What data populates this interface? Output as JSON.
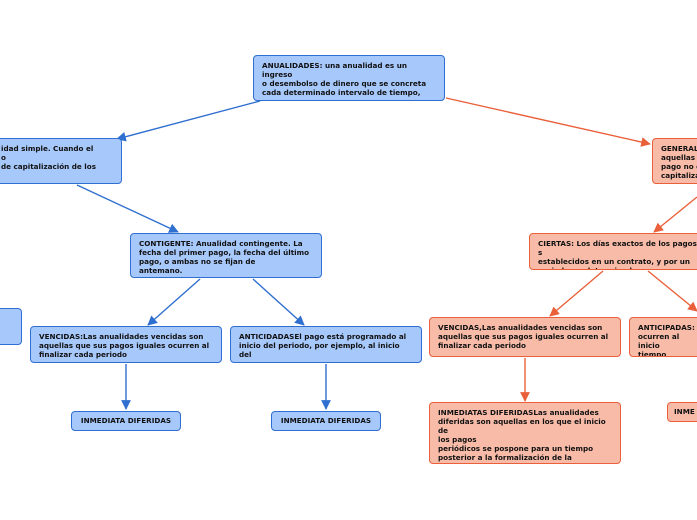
{
  "colors": {
    "blue_fill": "#a7c8fb",
    "blue_line": "#2f6fd0",
    "orange_fill": "#f7bba8",
    "orange_line": "#e9603a"
  },
  "nodes": {
    "root": "ANUALIDADES: una anualidad es un ingreso\no desembolso de dinero que se concreta\ncada determinado intervalo de tiempo, que\nno siempre es un año.",
    "simple": "idad simple. Cuando el\no\nde capitalización de los",
    "contingente": "CONTIGENTE: Anualidad contingente. La\nfecha del primer pago, la fecha del último\npago, o ambas no se fijan de\nantemano.",
    "vencidas_left": "VENCIDAS:Las anualidades vencidas son\naquellas que sus pagos iguales ocurren al\nfinalizar cada periodo",
    "anticipadas_left": "ANTICIDADASEl pago está programado al\ninicio del periodo, por ejemplo, al inicio del\nmes.",
    "inmediata_left_1": "INMEDIATA DIFERIDAS",
    "inmediata_left_2": "INMEDIATA DIFERIDAS",
    "general": "GENERAL\naquellas c\npago no c\ncapitaliza",
    "ciertas": "CIERTAS: Los días exactos de los pagos s\nestablecidos en un contrato, y por un\nperiodo predeterminado.",
    "vencidas_right": "VENCIDAS,Las anualidades vencidas son\naquellas que sus pagos iguales ocurren al\nfinalizar cada periodo",
    "anticipadas_right": "ANTICIPADAS:\nocurren al inicio\ntiempo",
    "inmediatas_diferidas": "INMEDIATAS DIFERIDASLas anualidades\ndiferidas son aquellas en los que el inicio de\nlos pagos\nperiódicos se pospone para un tiempo\nposterior a la formalización de la\noperación",
    "inme_cut": "INME"
  }
}
